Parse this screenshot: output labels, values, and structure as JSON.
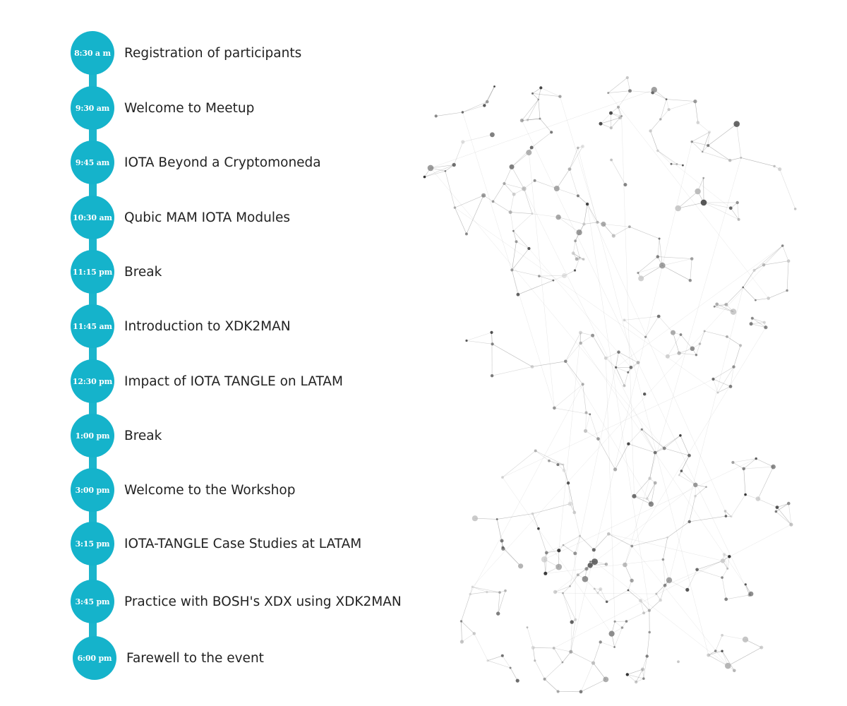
{
  "colors": {
    "accent": "#15b3cb",
    "text": "#222222",
    "network": "#555555"
  },
  "schedule": [
    {
      "time": "8:30 a m",
      "title": "Registration of participants"
    },
    {
      "time": "9:30 am",
      "title": "Welcome to Meetup"
    },
    {
      "time": "9:45 am",
      "title": "IOTA Beyond a Cryptomoneda"
    },
    {
      "time": "10:30 am",
      "title": "Qubic MAM IOTA Modules"
    },
    {
      "time": "11:15 pm",
      "title": "Break"
    },
    {
      "time": "11:45 am",
      "title": "Introduction to XDK2MAN"
    },
    {
      "time": "12:30 pm",
      "title": "Impact of IOTA TANGLE on LATAM"
    },
    {
      "time": "1:00 pm",
      "title": "Break"
    },
    {
      "time": "3:00 pm",
      "title": "Welcome to the Workshop"
    },
    {
      "time": "3:15 pm",
      "title": "IOTA-TANGLE Case Studies at LATAM"
    },
    {
      "time": "3:45 pm",
      "title": "Practice with BOSH's XDX using XDK2MAN"
    },
    {
      "time": "6:00 pm",
      "title": "Farewell to the event"
    }
  ]
}
